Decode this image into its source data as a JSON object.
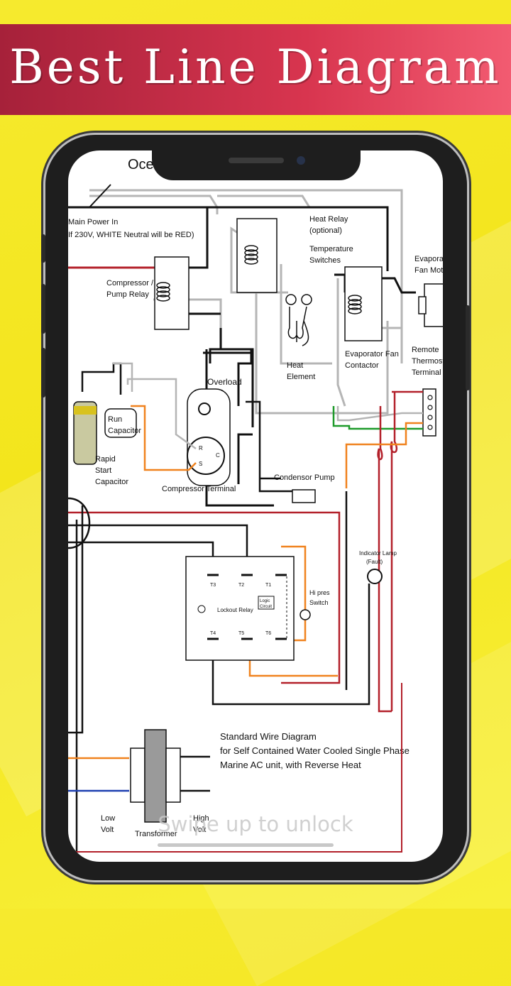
{
  "banner": {
    "title": "Best Line Diagram"
  },
  "screen": {
    "lock_text": "Swipe up to unlock"
  },
  "diagram": {
    "header": "Ocea                                unit",
    "main_power": "Main Power In",
    "main_power_note": "If 230V, WHITE Neutral will be RED)",
    "compressor_relay": [
      "Compressor /",
      "Pump Relay"
    ],
    "heat_relay": [
      "Heat Relay",
      "(optional)"
    ],
    "temperature_switches": [
      "Temperature",
      "Switches"
    ],
    "evaporator_fan_motor": [
      "Evaporator",
      "Fan Motor"
    ],
    "heat_element": [
      "Heat",
      "Element"
    ],
    "evaporator_fan_contactor": [
      "Evaporator Fan",
      "Contactor"
    ],
    "remote_thermostat": [
      "Remote",
      "Thermostat",
      "Terminal"
    ],
    "overload": "Overload",
    "run_capacitor": [
      "Run",
      "Capacitor"
    ],
    "rapid_start": [
      "Rapid",
      "Start",
      "Capacitor"
    ],
    "compressor_terminal": "Compressor Terminal",
    "condensor_pump": "Condensor Pump",
    "indicator_lamp": [
      "Indicator Lamp",
      "(Fault)"
    ],
    "lockout_relay": "Lockout Relay",
    "logic_circuit": [
      "Logic",
      "Circuit"
    ],
    "hi_pres_switch": [
      "Hi pres",
      "Switch"
    ],
    "terminals_top": [
      "T3",
      "T2",
      "T1"
    ],
    "terminals_bottom": [
      "T4",
      "T5",
      "T6"
    ],
    "description": [
      "Standard Wire Diagram",
      "for Self Contained Water Cooled Single Phase",
      "Marine AC unit, with Reverse Heat"
    ],
    "low_volt": [
      "Low",
      "Volt"
    ],
    "transformer": "Transformer",
    "high_volt": [
      "High",
      "Volt"
    ]
  },
  "colors": {
    "banner_left": "#a6213a",
    "banner_right": "#f25b71",
    "background": "#f3e51c",
    "wire_black": "#111111",
    "wire_gray": "#b5b5b5",
    "wire_red": "#b3202a",
    "wire_orange": "#f0821e",
    "wire_green": "#1e9a2a",
    "wire_blue": "#1d3fb0"
  }
}
